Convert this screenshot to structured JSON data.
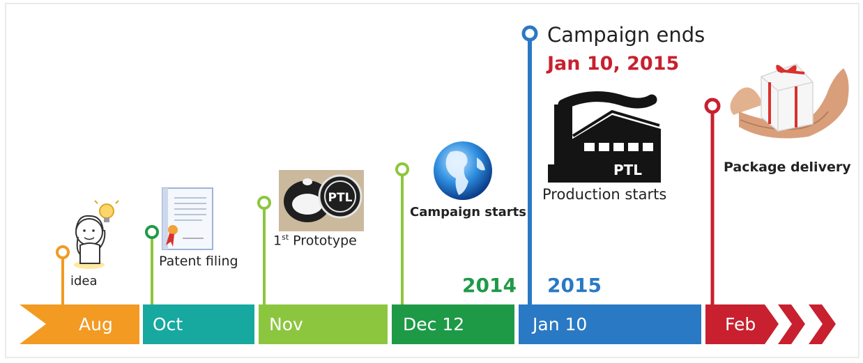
{
  "timeline": {
    "segments": [
      {
        "label": "Aug",
        "color": "#f29a22"
      },
      {
        "label": "Oct",
        "color": "#17a8a0"
      },
      {
        "label": "Nov",
        "color": "#8cc63f"
      },
      {
        "label": "Dec 12",
        "color": "#1e9a47"
      },
      {
        "label": "Jan 10",
        "color": "#2a79c4"
      },
      {
        "label": "Feb",
        "color": "#c8202f"
      }
    ],
    "years": {
      "y2014": "2014",
      "y2015": "2015"
    },
    "milestones": {
      "idea": "idea",
      "patent": "Patent filing",
      "prototype_num": "1",
      "prototype_sup": "st",
      "prototype_rest": " Prototype",
      "campaign_start": "Campaign starts",
      "campaign_end": "Campaign ends",
      "campaign_end_date": "Jan 10, 2015",
      "production": "Production starts",
      "delivery": "Package delivery"
    },
    "logo_text": "PTL",
    "colors": {
      "date_red": "#c8202f",
      "year_green": "#1e9a47",
      "year_blue": "#2a79c4"
    }
  }
}
